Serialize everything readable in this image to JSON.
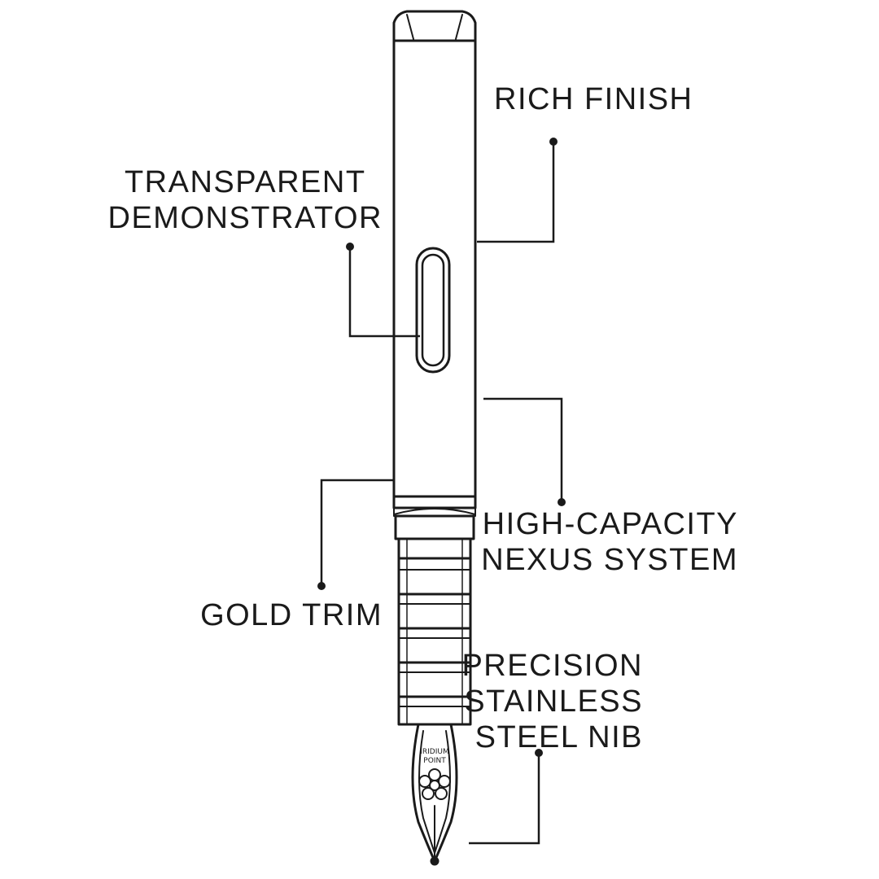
{
  "callouts": {
    "rich_finish": {
      "lines": [
        "RICH FINISH"
      ]
    },
    "transparent_demonstrator": {
      "lines": [
        "TRANSPARENT",
        "DEMONSTRATOR"
      ]
    },
    "high_capacity_nexus": {
      "lines": [
        "HIGH-CAPACITY",
        "NEXUS SYSTEM"
      ]
    },
    "gold_trim": {
      "lines": [
        "GOLD TRIM"
      ]
    },
    "precision_nib": {
      "lines": [
        "PRECISION",
        "STAINLESS",
        "STEEL NIB"
      ]
    }
  },
  "nib_engraving": {
    "line1": "IRIDIUM",
    "line2": "POINT"
  },
  "colors": {
    "ink": "#1a1a1a",
    "background": "#ffffff"
  }
}
